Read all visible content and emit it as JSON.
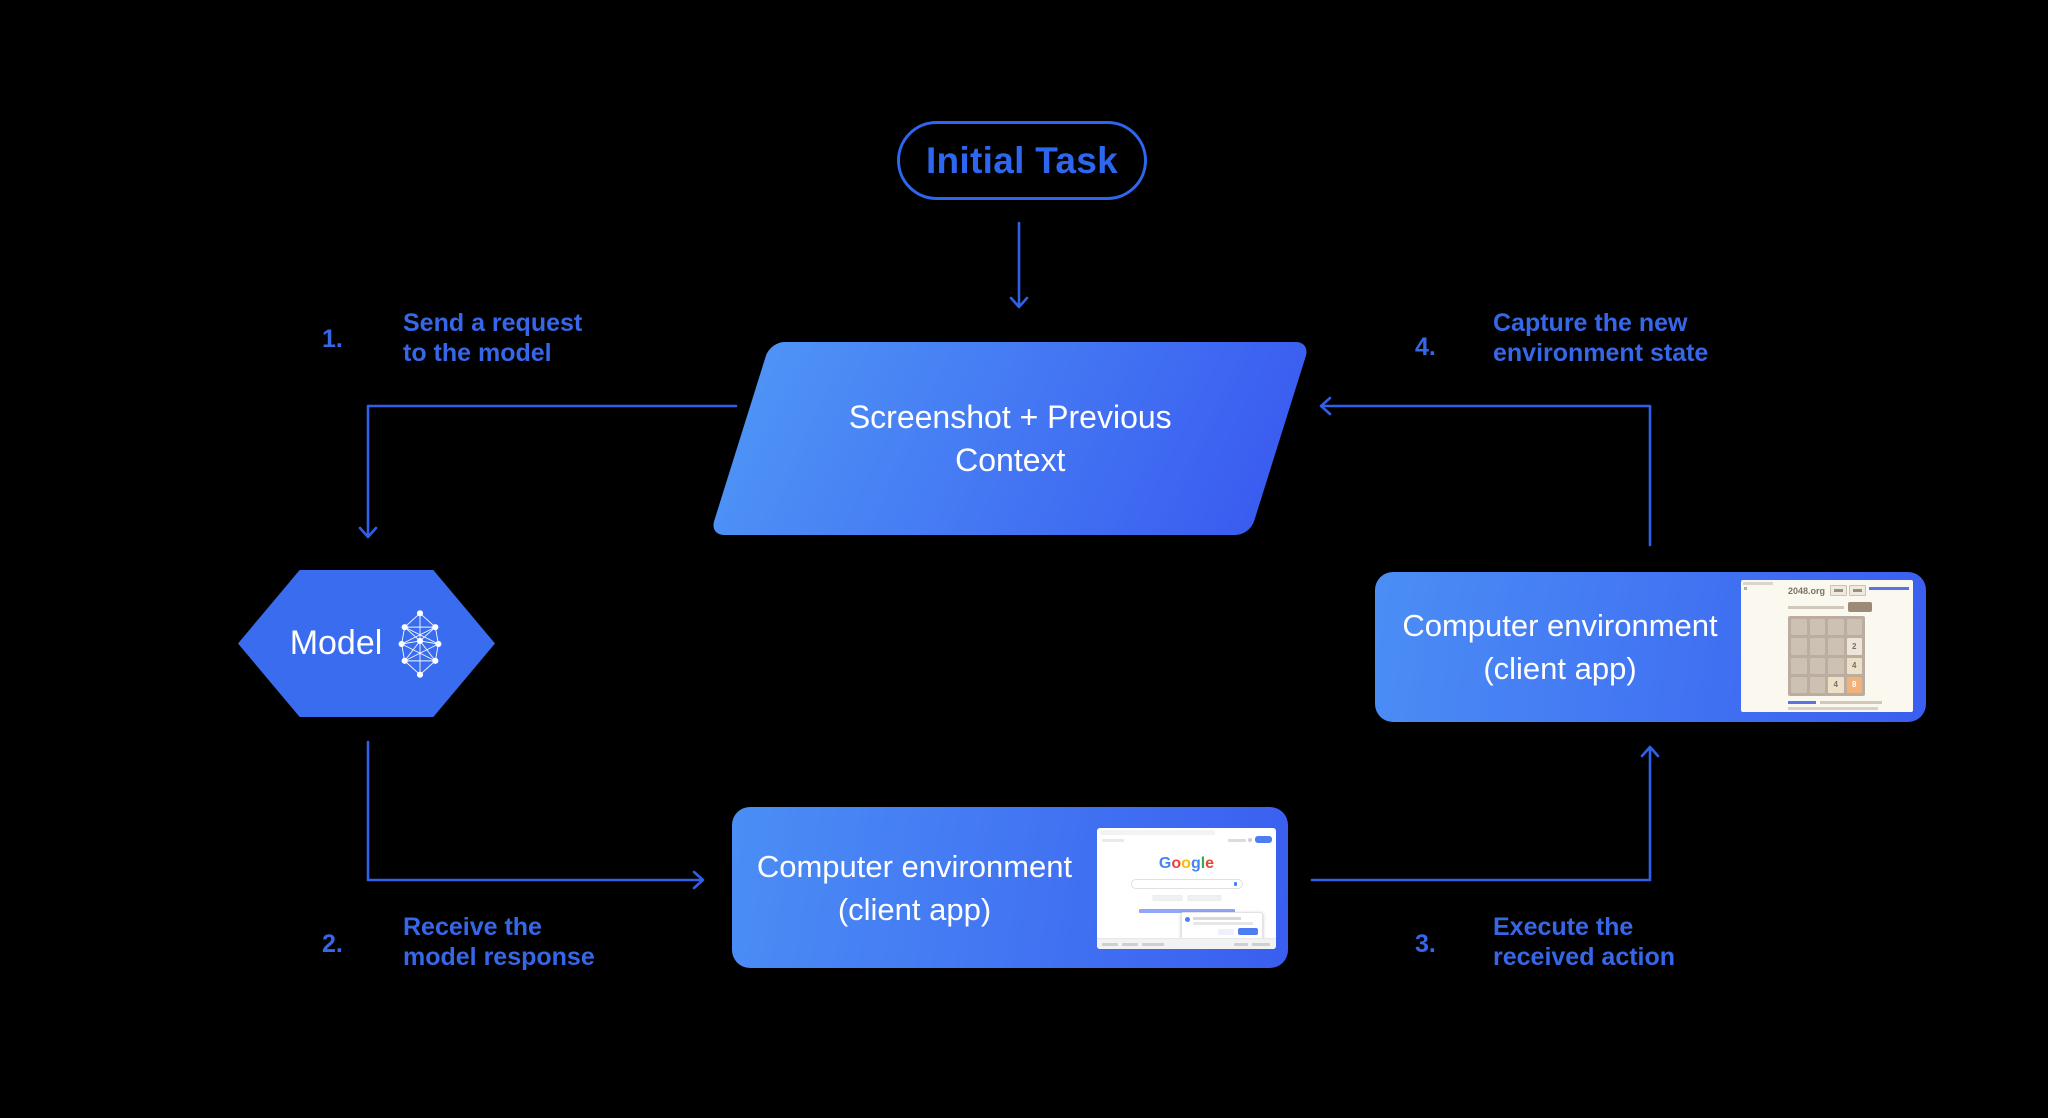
{
  "colors": {
    "background": "#000000",
    "accent_blue": "#3767e9",
    "connector_blue": "#3060e8",
    "pill_blue": "#2d67ef",
    "shape_gradient_start": "#4b8ef5",
    "shape_gradient_end": "#3a5ef0",
    "hexagon_blue": "#3a6cf0"
  },
  "nodes": {
    "initial_task": {
      "label": "Initial Task"
    },
    "screenshot_context": {
      "line1": "Screenshot + Previous",
      "line2": "Context"
    },
    "model": {
      "label": "Model",
      "icon": "neural-network-icon"
    },
    "env_bottom": {
      "line1": "Computer environment",
      "line2": "(client app)"
    },
    "env_right": {
      "line1": "Computer environment",
      "line2": "(client app)"
    }
  },
  "steps": [
    {
      "num": "1.",
      "line1": "Send a request",
      "line2": "to the model"
    },
    {
      "num": "2.",
      "line1": "Receive the",
      "line2": "model response"
    },
    {
      "num": "3.",
      "line1": "Execute the",
      "line2": "received action"
    },
    {
      "num": "4.",
      "line1": "Capture the new",
      "line2": "environment state"
    }
  ],
  "thumbnails": {
    "google": {
      "letters": [
        {
          "ch": "G",
          "style": "color:#4285F4"
        },
        {
          "ch": "o",
          "style": "color:#EA4335"
        },
        {
          "ch": "o",
          "style": "color:#FBBC05"
        },
        {
          "ch": "g",
          "style": "color:#4285F4"
        },
        {
          "ch": "l",
          "style": "color:#34A853"
        },
        {
          "ch": "e",
          "style": "color:#EA4335"
        }
      ]
    },
    "game2048": {
      "site": "2048.org",
      "tile_r2c4": "2",
      "tile_r3c4": "4",
      "tile_r4c3": "4",
      "tile_r4c4": "8"
    }
  }
}
